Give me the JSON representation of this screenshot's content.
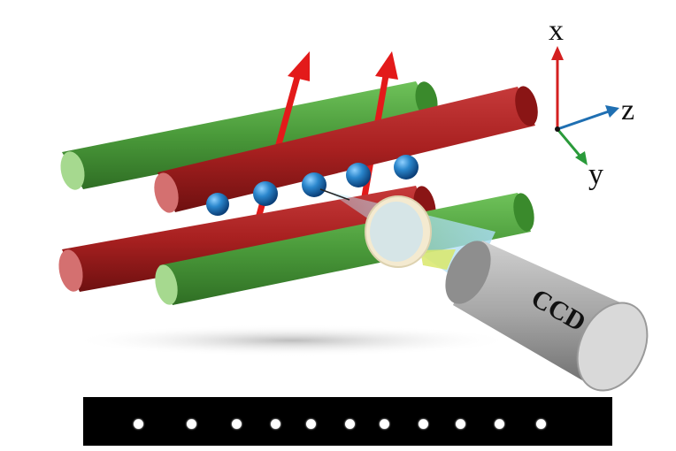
{
  "axes": {
    "x_label": "x",
    "y_label": "y",
    "z_label": "z"
  },
  "camera": {
    "label": "CCD"
  },
  "ions": {
    "count_in_trap": 5,
    "count_in_image": 11
  },
  "colors": {
    "rod_red": "#a82020",
    "rod_green": "#4a9a3a",
    "ion_blue": "#1f6fb2",
    "laser_arrow": "#e31a1a",
    "axis_x": "#d42020",
    "axis_y": "#2a9a3a",
    "axis_z": "#1f6fb2",
    "ccd_body": "#a6a6a6",
    "image_background": "#000000",
    "image_spot": "#ffffff"
  }
}
